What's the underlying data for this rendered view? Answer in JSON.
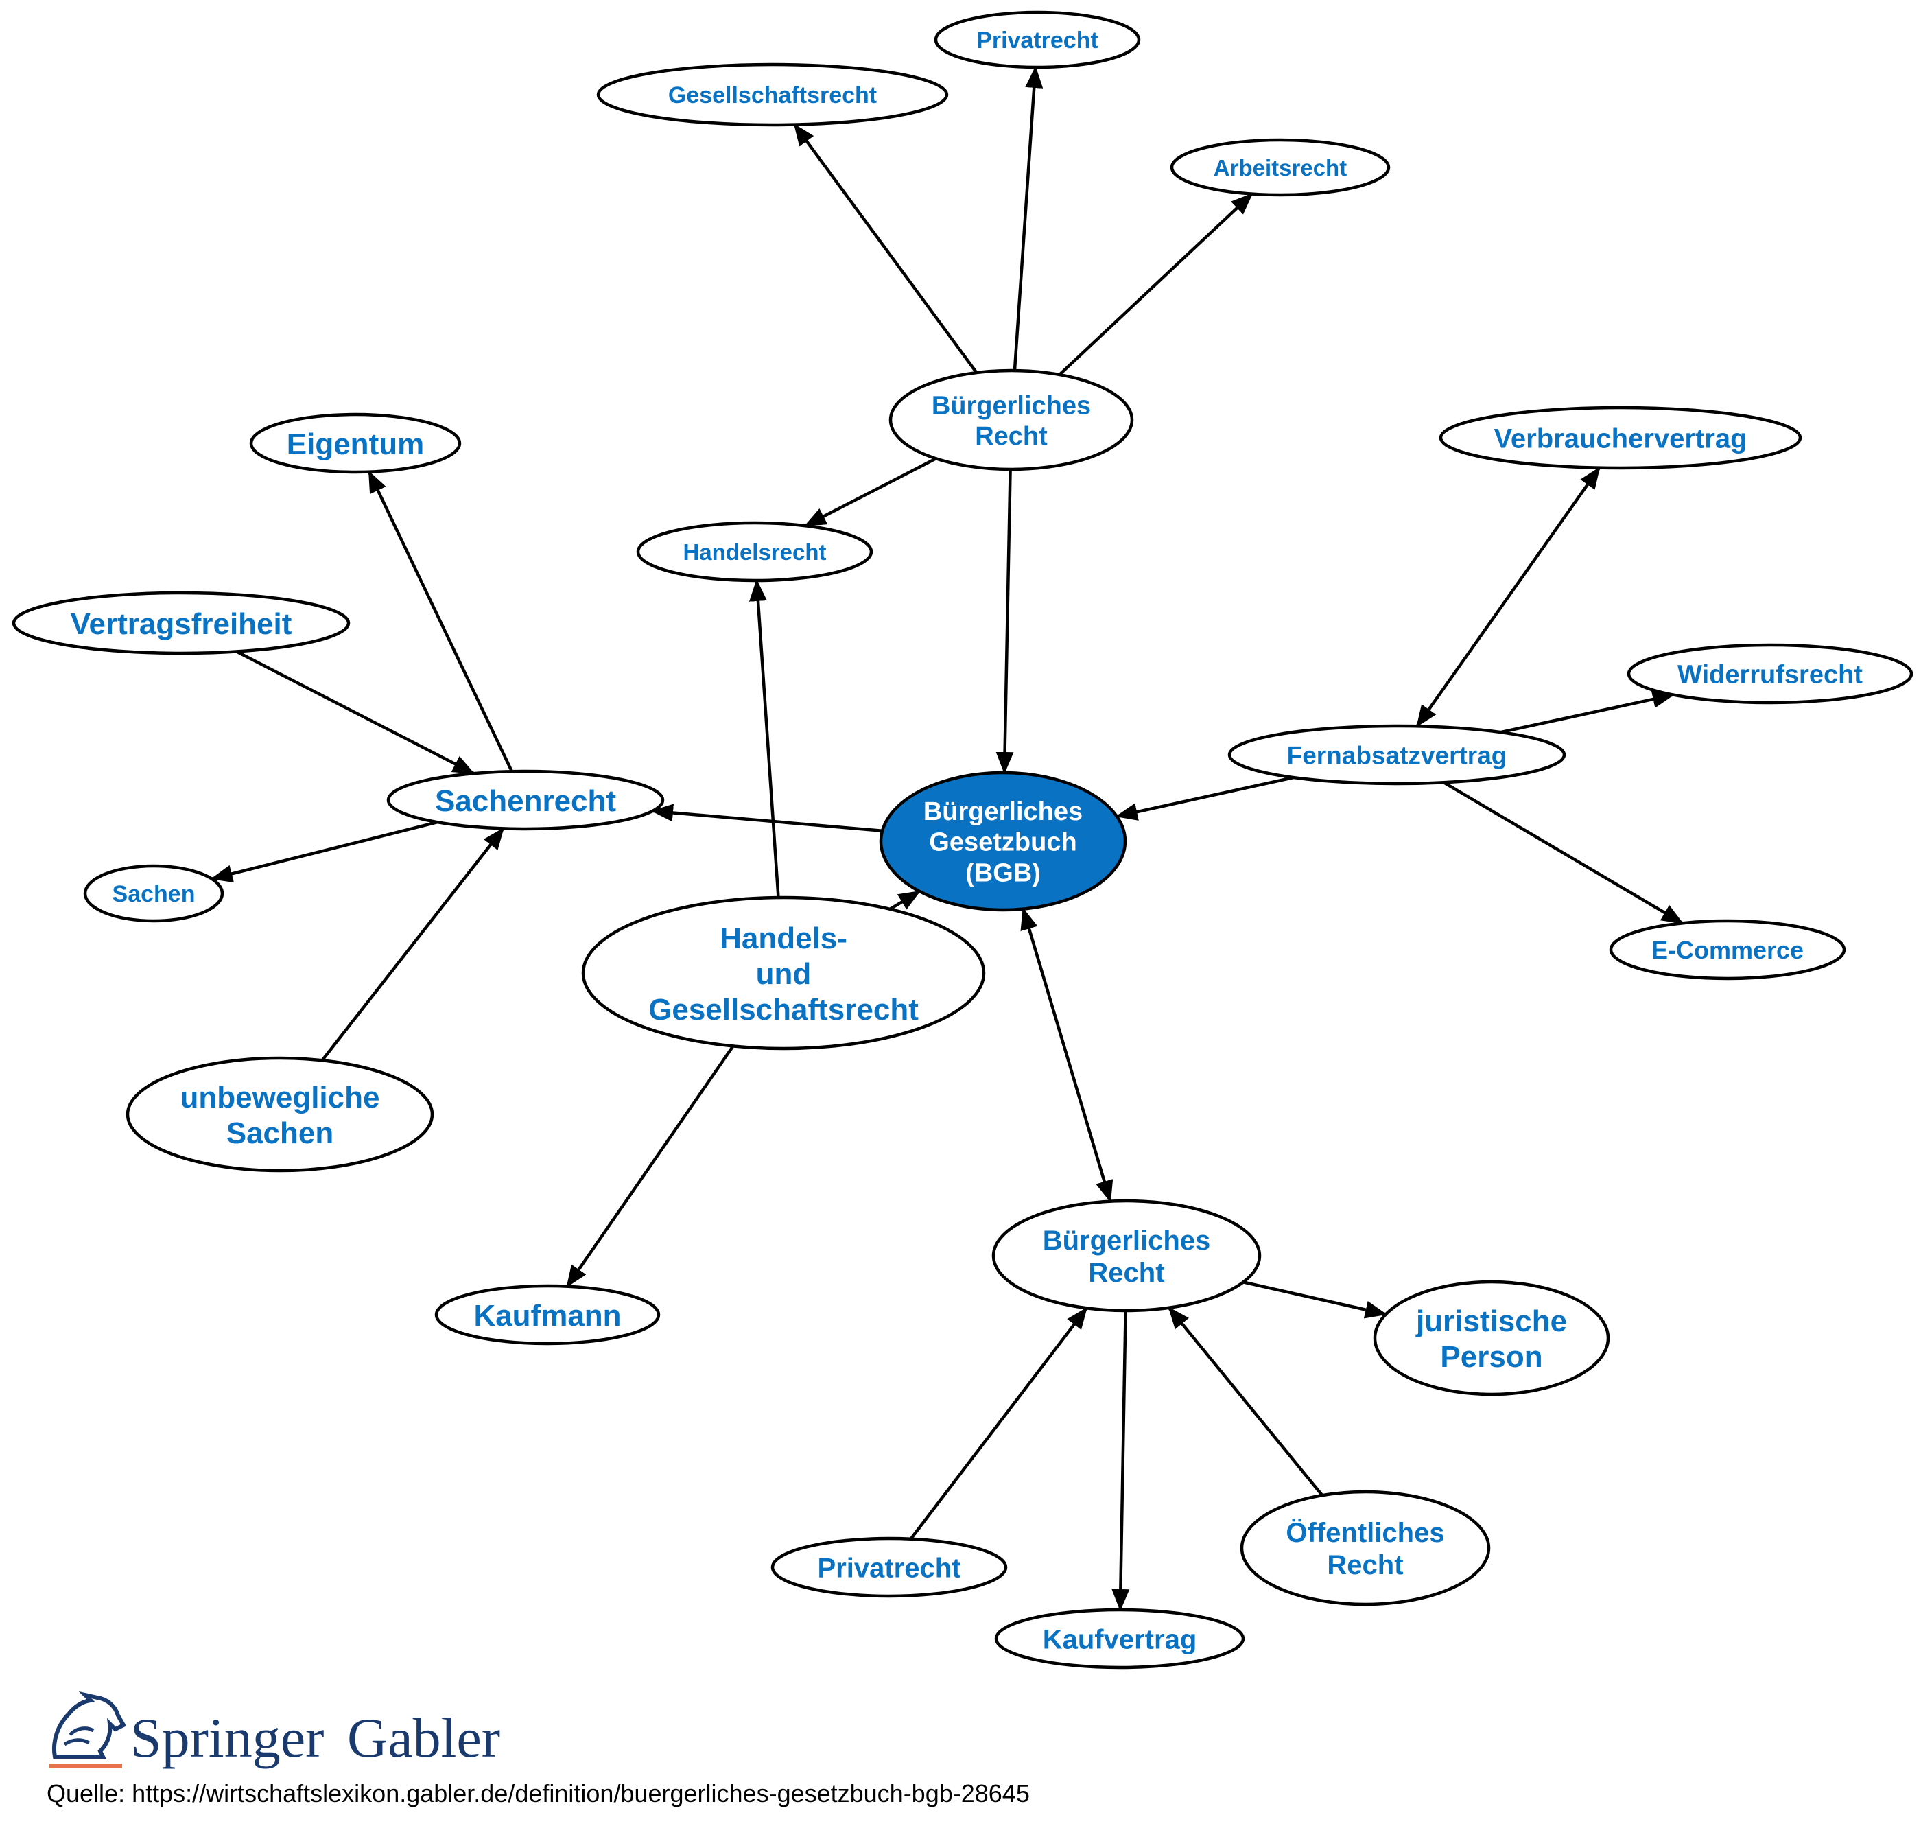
{
  "nodes": [
    {
      "id": "bgb",
      "lines": [
        "Bürgerliches",
        "Gesetzbuch",
        "(BGB)"
      ],
      "center": true
    },
    {
      "id": "br_top",
      "lines": [
        "Bürgerliches",
        "Recht"
      ]
    },
    {
      "id": "privatrecht_top",
      "lines": [
        "Privatrecht"
      ]
    },
    {
      "id": "gesellschaftsrecht",
      "lines": [
        "Gesellschaftsrecht"
      ]
    },
    {
      "id": "arbeitsrecht",
      "lines": [
        "Arbeitsrecht"
      ]
    },
    {
      "id": "handelsrecht",
      "lines": [
        "Handelsrecht"
      ]
    },
    {
      "id": "eigentum",
      "lines": [
        "Eigentum"
      ]
    },
    {
      "id": "vertragsfreiheit",
      "lines": [
        "Vertragsfreiheit"
      ]
    },
    {
      "id": "sachenrecht",
      "lines": [
        "Sachenrecht"
      ]
    },
    {
      "id": "sachen",
      "lines": [
        "Sachen"
      ]
    },
    {
      "id": "unbewegliche",
      "lines": [
        "unbewegliche",
        "Sachen"
      ]
    },
    {
      "id": "hgr",
      "lines": [
        "Handels-",
        "und",
        "Gesellschaftsrecht"
      ]
    },
    {
      "id": "kaufmann",
      "lines": [
        "Kaufmann"
      ]
    },
    {
      "id": "verbrauchervertrag",
      "lines": [
        "Verbrauchervertrag"
      ]
    },
    {
      "id": "widerrufsrecht",
      "lines": [
        "Widerrufsrecht"
      ]
    },
    {
      "id": "fernabsatzvertrag",
      "lines": [
        "Fernabsatzvertrag"
      ]
    },
    {
      "id": "ecommerce",
      "lines": [
        "E-Commerce"
      ]
    },
    {
      "id": "br_bottom",
      "lines": [
        "Bürgerliches",
        "Recht"
      ]
    },
    {
      "id": "juristische",
      "lines": [
        "juristische",
        "Person"
      ]
    },
    {
      "id": "privatrecht_bottom",
      "lines": [
        "Privatrecht"
      ]
    },
    {
      "id": "kaufvertrag",
      "lines": [
        "Kaufvertrag"
      ]
    },
    {
      "id": "oeffentliches",
      "lines": [
        "Öffentliches",
        "Recht"
      ]
    }
  ],
  "edges": [
    {
      "from": "br_top",
      "to": "gesellschaftsrecht",
      "direction": "forward"
    },
    {
      "from": "br_top",
      "to": "privatrecht_top",
      "direction": "forward"
    },
    {
      "from": "br_top",
      "to": "arbeitsrecht",
      "direction": "forward"
    },
    {
      "from": "br_top",
      "to": "handelsrecht",
      "direction": "forward"
    },
    {
      "from": "br_top",
      "to": "bgb",
      "direction": "forward"
    },
    {
      "from": "sachenrecht",
      "to": "eigentum",
      "direction": "forward"
    },
    {
      "from": "vertragsfreiheit",
      "to": "sachenrecht",
      "direction": "forward"
    },
    {
      "from": "bgb",
      "to": "sachenrecht",
      "direction": "forward"
    },
    {
      "from": "sachenrecht",
      "to": "sachen",
      "direction": "forward"
    },
    {
      "from": "unbewegliche",
      "to": "sachenrecht",
      "direction": "forward"
    },
    {
      "from": "hgr",
      "to": "handelsrecht",
      "direction": "forward"
    },
    {
      "from": "hgr",
      "to": "bgb",
      "direction": "forward"
    },
    {
      "from": "hgr",
      "to": "kaufmann",
      "direction": "forward"
    },
    {
      "from": "fernabsatzvertrag",
      "to": "verbrauchervertrag",
      "direction": "both"
    },
    {
      "from": "fernabsatzvertrag",
      "to": "widerrufsrecht",
      "direction": "forward"
    },
    {
      "from": "fernabsatzvertrag",
      "to": "bgb",
      "direction": "forward"
    },
    {
      "from": "fernabsatzvertrag",
      "to": "ecommerce",
      "direction": "forward"
    },
    {
      "from": "bgb",
      "to": "br_bottom",
      "direction": "both"
    },
    {
      "from": "br_bottom",
      "to": "juristische",
      "direction": "forward"
    },
    {
      "from": "privatrecht_bottom",
      "to": "br_bottom",
      "direction": "forward"
    },
    {
      "from": "br_bottom",
      "to": "kaufvertrag",
      "direction": "forward"
    },
    {
      "from": "oeffentliches",
      "to": "br_bottom",
      "direction": "forward"
    }
  ],
  "logo": {
    "brand": "Springer",
    "sub": "Gabler"
  },
  "source": "Quelle: https://wirtschaftslexikon.gabler.de/definition/buergerliches-gesetzbuch-bgb-28645",
  "colors": {
    "accent": "#0a72c2",
    "line": "#000000",
    "logo": "#1a3a6e",
    "logo_underline": "#e8734a"
  }
}
